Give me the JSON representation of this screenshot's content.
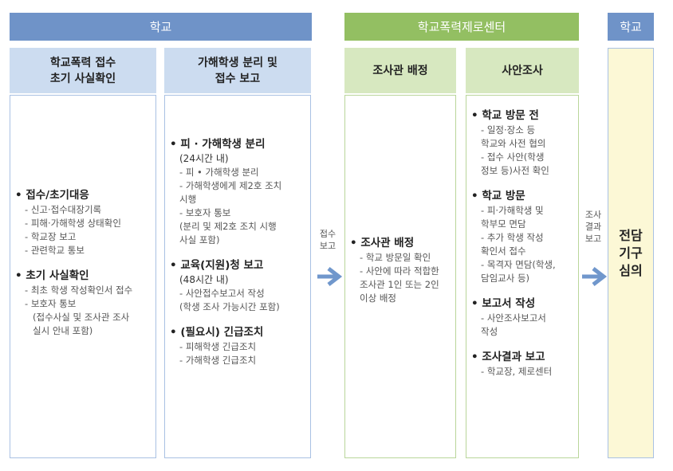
{
  "bands": {
    "school_left": "학교",
    "center": "학교폭력제로센터",
    "school_right": "학교"
  },
  "columns": [
    {
      "header": [
        "학교폭력 접수",
        "초기 사실확인"
      ],
      "sections": [
        {
          "title": "접수/초기대응",
          "items": [
            "신고·접수대장기록",
            "피해·가해학생 상태확인",
            "학교장 보고",
            "관련학교 통보"
          ]
        },
        {
          "title": "초기 사실확인",
          "items": [
            "최초 학생 작성확인서 접수",
            "보호자 통보"
          ],
          "note": "(접수사실 및 조사관 조사\n실시 안내 포함)"
        }
      ]
    },
    {
      "header": [
        "가해학생 분리 및",
        "접수 보고"
      ],
      "sections": [
        {
          "title": "피 · 가해학생 분리",
          "sub": "(24시간 내)",
          "items": [
            "피 • 가해학생 분리",
            "가해학생에게 제2호 조치\n시행",
            "보호자 통보\n(분리 및 제2호 조치 시행\n사실 포함)"
          ]
        },
        {
          "title": "교육(지원)청 보고",
          "sub": "(48시간 내)",
          "items": [
            "사안접수보고서 작성\n(학생 조사 가능시간 포함)"
          ]
        },
        {
          "title": "(필요시) 긴급조치",
          "items": [
            "피해학생 긴급조치",
            "가해학생 긴급조치"
          ]
        }
      ]
    },
    {
      "header": [
        "조사관 배정"
      ],
      "sections": [
        {
          "title": "조사관 배정",
          "items": [
            "학교 방문일 확인",
            "사안에 따라 적합한\n조사관 1인 또는 2인\n이상 배정"
          ]
        }
      ]
    },
    {
      "header": [
        "사안조사"
      ],
      "sections": [
        {
          "title": "학교 방문 전",
          "items": [
            "일정·장소 등\n학교와 사전 협의",
            "접수 사안(학생\n정보 등)사전 확인"
          ]
        },
        {
          "title": "학교 방문",
          "items": [
            "피·가해학생 및\n학부모 면담",
            "추가 학생 작성\n확인서 접수",
            "목격자 면담(학생,\n담임교사 등)"
          ]
        },
        {
          "title": "보고서 작성",
          "items": [
            "사안조사보고서\n작성"
          ]
        },
        {
          "title": "조사결과 보고",
          "items": [
            "학교장, 제로센터"
          ]
        }
      ]
    }
  ],
  "connectors": {
    "receive_report": "접수\n보고",
    "result_report": "조사\n결과\n보고"
  },
  "final_box": "전담\n기구\n심의",
  "colors": {
    "band_blue": "#6f93c8",
    "band_green": "#93bf62",
    "header_blue": "#ccdcf0",
    "header_green": "#d7e8c0",
    "final_fill": "#fcf8d6",
    "arrow": "#7097cc"
  }
}
